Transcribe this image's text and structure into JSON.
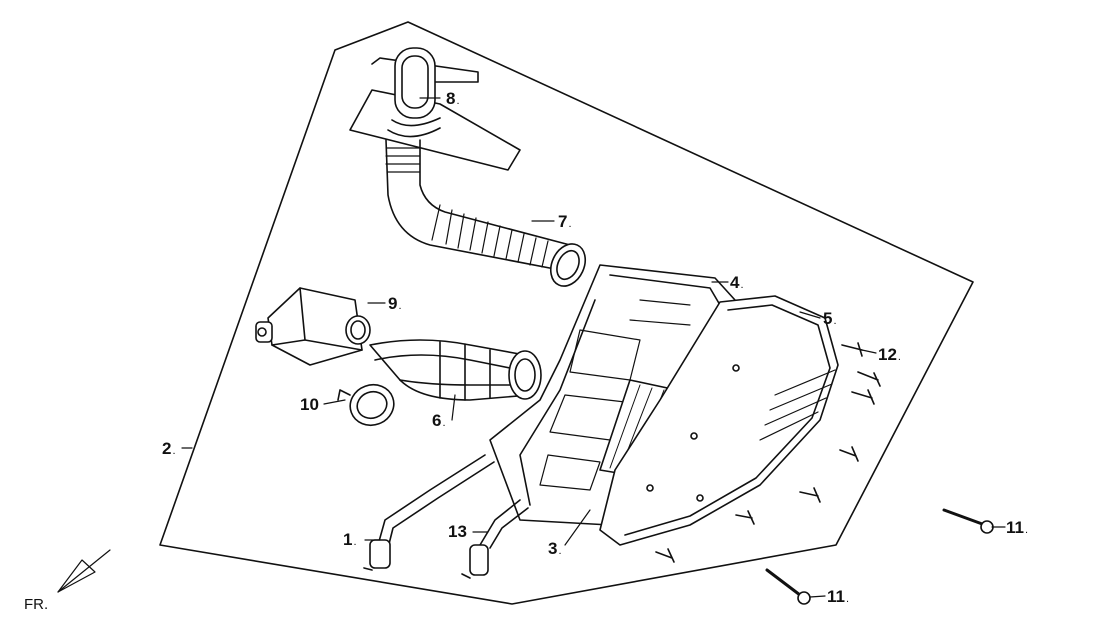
{
  "callouts": [
    {
      "id": "1",
      "text": "1"
    },
    {
      "id": "2",
      "text": "2"
    },
    {
      "id": "3",
      "text": "3"
    },
    {
      "id": "4",
      "text": "4"
    },
    {
      "id": "5",
      "text": "5"
    },
    {
      "id": "6",
      "text": "6"
    },
    {
      "id": "7",
      "text": "7"
    },
    {
      "id": "8",
      "text": "8"
    },
    {
      "id": "9",
      "text": "9"
    },
    {
      "id": "10",
      "text": "10"
    },
    {
      "id": "11a",
      "text": "11"
    },
    {
      "id": "11b",
      "text": "11"
    },
    {
      "id": "12",
      "text": "12"
    },
    {
      "id": "13",
      "text": "13"
    }
  ],
  "direction": {
    "text": "FR."
  },
  "icons": [
    "direction-arrow-icon"
  ],
  "colors": {
    "line": "#111111",
    "background": "#ffffff"
  }
}
